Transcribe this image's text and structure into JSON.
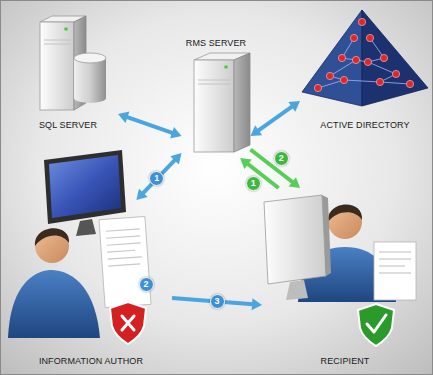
{
  "diagram": {
    "nodes": [
      {
        "text": [
          "SQL SERVER"
        ]
      },
      {
        "text": [
          "RMS SERVER"
        ]
      },
      {
        "text": [
          "ACTIVE DIRECTORY"
        ]
      },
      {
        "text": [
          "INFORMATION AUTHOR"
        ]
      },
      {
        "text": [
          "RECIPIENT"
        ]
      }
    ],
    "edges": [
      {
        "from": 0,
        "to": 1,
        "arrow": "both"
      },
      {
        "from": 2,
        "to": 1,
        "arrow": "both"
      },
      {
        "from": 3,
        "to": 1,
        "label": "1",
        "arrow": "both"
      },
      {
        "from": 3,
        "to": 4,
        "label": "3",
        "arrow": "to"
      },
      {
        "from": 1,
        "to": 4,
        "label": "2",
        "arrow": "to"
      },
      {
        "from": 4,
        "to": 1,
        "label": "1",
        "arrow": "to"
      }
    ],
    "labels": [
      "2"
    ]
  }
}
